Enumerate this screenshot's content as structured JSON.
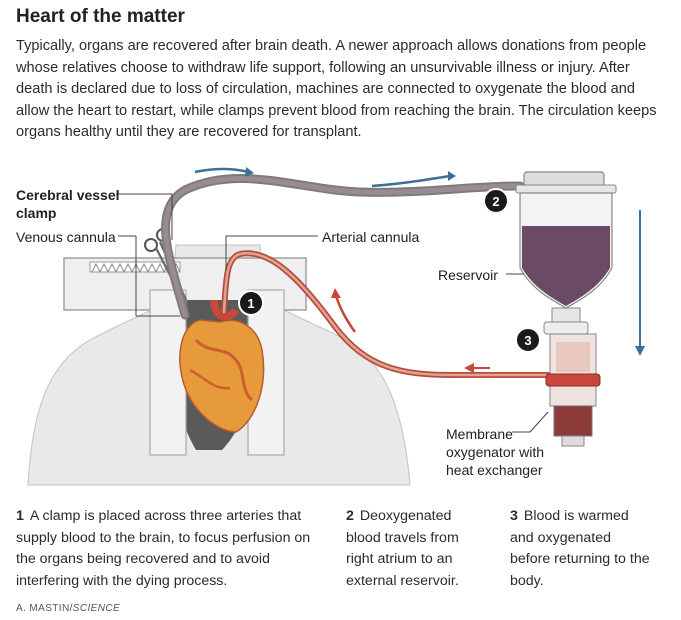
{
  "title": "Heart of the matter",
  "intro": "Typically, organs are recovered after brain death. A newer approach allows donations from people whose relatives choose to withdraw life support, following an unsurvivable illness or injury. After death is declared due to loss of circulation, machines are connected to oxygenate the blood and allow the heart to restart, while clamps prevent blood from reaching the brain. The circulation keeps organs healthy until they are recovered for transplant.",
  "labels": {
    "cerebral_clamp": "Cerebral vessel clamp",
    "venous_cannula": "Venous cannula",
    "arterial_cannula": "Arterial cannula",
    "reservoir": "Reservoir",
    "oxygenator": "Membrane oxygenator with heat exchanger"
  },
  "badges": [
    "1",
    "2",
    "3"
  ],
  "steps": [
    {
      "num": "1",
      "text": "A clamp is placed across three arteries that supply blood to the brain, to focus perfusion on the organs being recovered and to avoid interfering with the dying process."
    },
    {
      "num": "2",
      "text": "Deoxygenated blood travels from right atrium to an external reservoir."
    },
    {
      "num": "3",
      "text": "Blood is warmed and oxygenated before returning to the body."
    }
  ],
  "credit": {
    "name": "A. MASTIN/",
    "source": "SCIENCE"
  },
  "colors": {
    "deoxygenated": "#6b4a63",
    "oxygenated": "#c8463a",
    "arrow": "#3e6f98",
    "skin": "#e7e7e7"
  }
}
